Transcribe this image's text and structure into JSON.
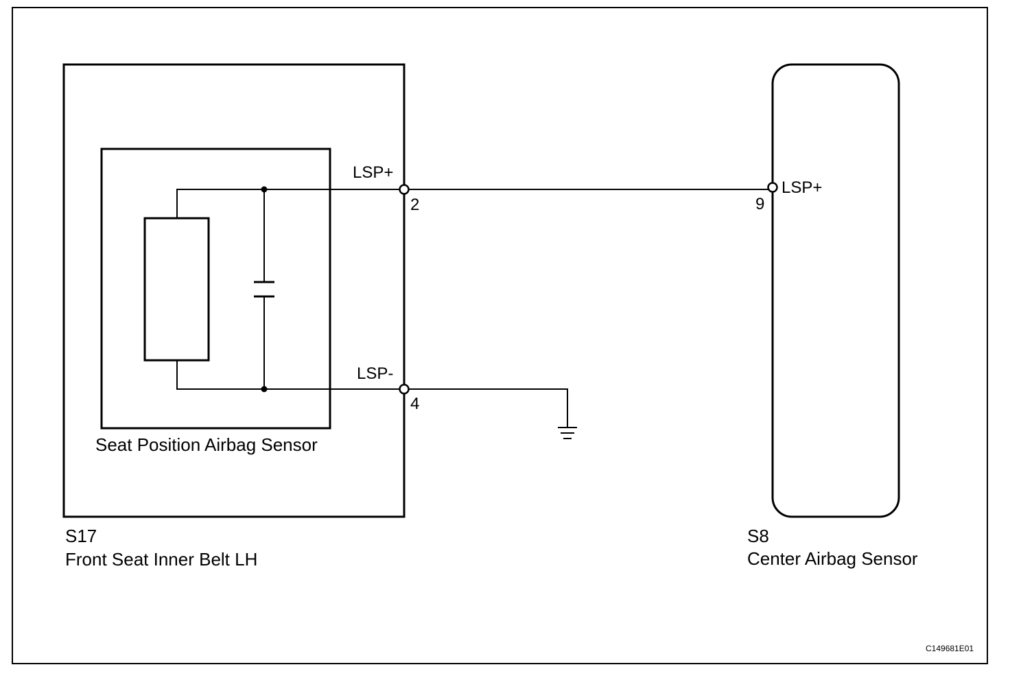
{
  "diagram": {
    "colors": {
      "line": "#000000",
      "background": "#ffffff"
    },
    "components": {
      "s17": {
        "code": "S17",
        "name": "Front Seat Inner Belt LH",
        "inner_sensor": {
          "name": "Seat Position Airbag Sensor",
          "symbols": [
            "resistor-icon",
            "capacitor-icon"
          ]
        },
        "pins": [
          {
            "name": "LSP+",
            "number": "2"
          },
          {
            "name": "LSP-",
            "number": "4"
          }
        ]
      },
      "s8": {
        "code": "S8",
        "name": "Center Airbag Sensor",
        "pins": [
          {
            "name": "LSP+",
            "number": "9"
          }
        ]
      }
    },
    "ground_symbol": "ground-icon",
    "figure_code": "C149681E01"
  }
}
